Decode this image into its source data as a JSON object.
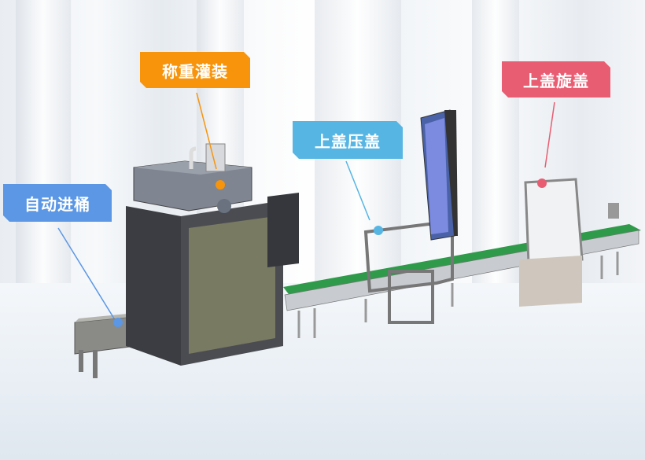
{
  "labels": {
    "auto_feed": "自动进桶",
    "weigh_fill": "称重灌装",
    "cap_press": "上盖压盖",
    "cap_screw": "上盖旋盖"
  },
  "colors": {
    "auto_feed": "#5b97e4",
    "weigh_fill": "#f7940c",
    "cap_press": "#57b5e3",
    "cap_screw": "#e95d73"
  }
}
